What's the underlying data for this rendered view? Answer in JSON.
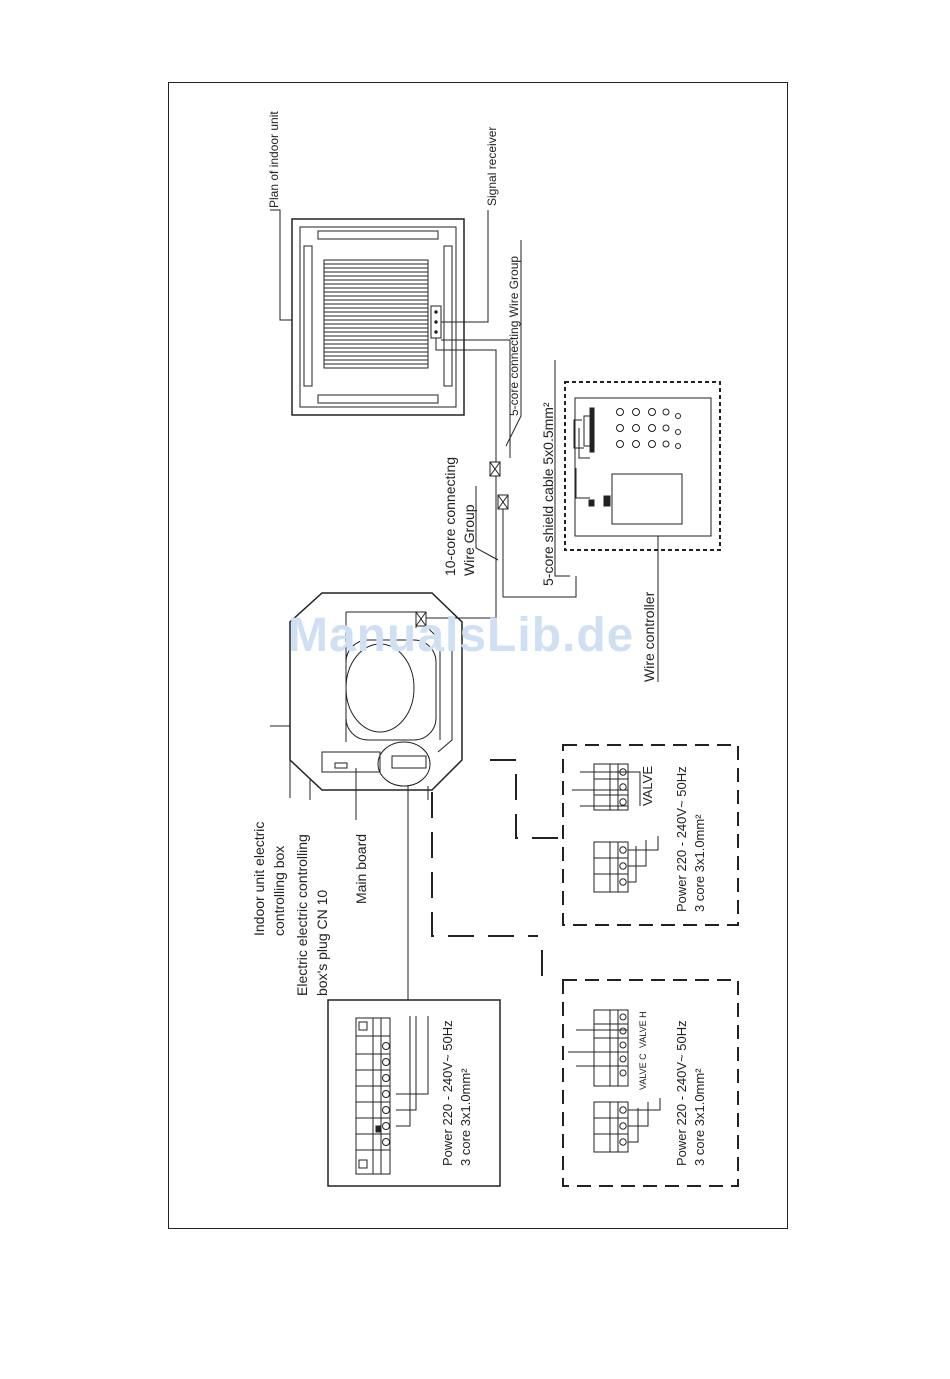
{
  "watermark": "ManualsLib.de",
  "labels": {
    "plan_indoor": "Plan of indoor unit",
    "signal_receiver": "Signal receiver",
    "five_core_wire_group": "5-core connecting Wire Group",
    "five_core_shield": "5-core shield cable 5x0.5mm²",
    "ten_core_line1": "10-core connecting",
    "ten_core_line2": "Wire Group",
    "wire_controller": "Wire controller",
    "indoor_box_line1": "Indoor unit electric",
    "indoor_box_line2": "controlling box",
    "plug_line1": "Electric electric controlling",
    "plug_line2": "box's plug CN 10",
    "main_board": "Main board",
    "power_line1": "Power 220 - 240V~ 50Hz",
    "power_line2": "3 core 3x1.0mm²",
    "valve": "VALVE",
    "valve_c": "VALVE C",
    "valve_h": "VALVE H"
  },
  "colors": {
    "line": "#222222",
    "watermark": "#cfe0f5"
  }
}
